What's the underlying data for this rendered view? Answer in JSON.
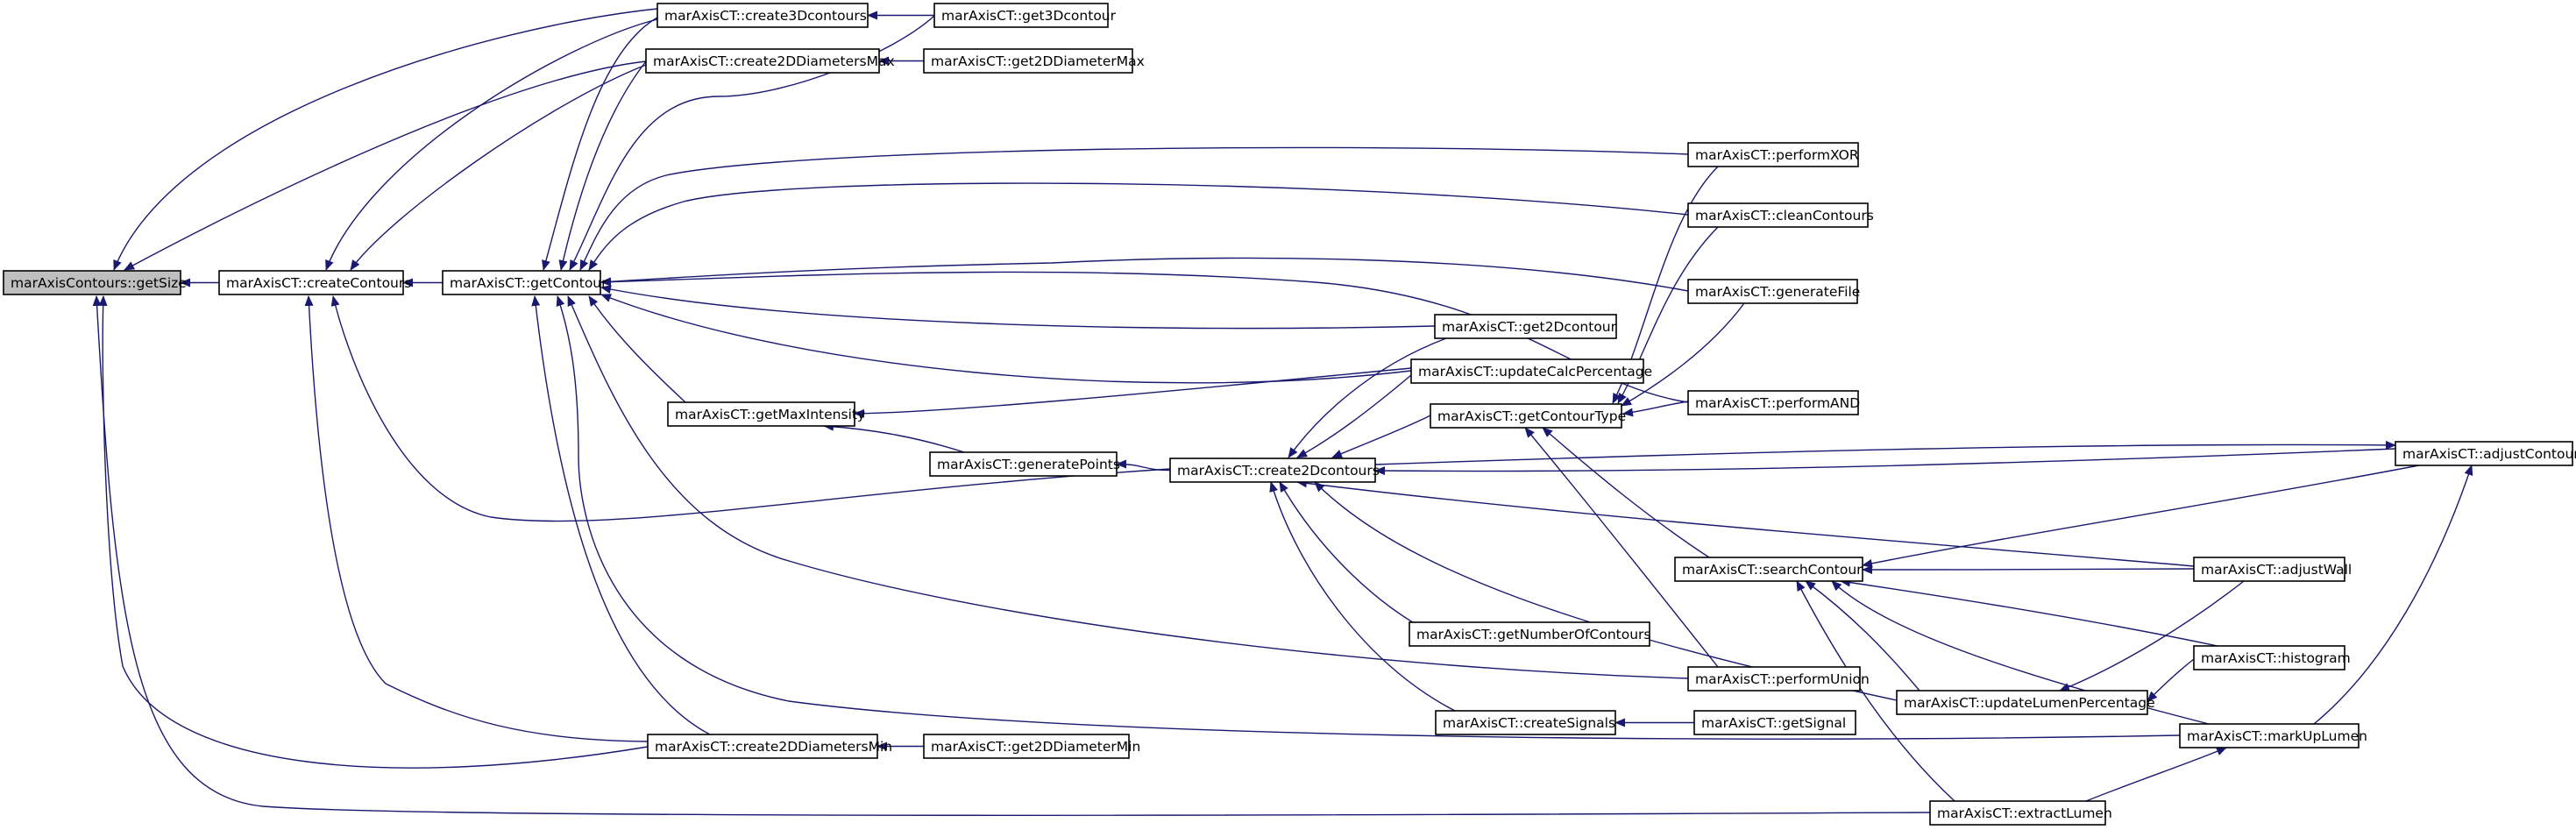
{
  "graph": {
    "root": "getSize",
    "nodes": [
      {
        "id": "getSize",
        "label": "marAxisContours::getSize"
      },
      {
        "id": "createContours",
        "label": "marAxisCT::createContours"
      },
      {
        "id": "getContour",
        "label": "marAxisCT::getContour"
      },
      {
        "id": "create3Dcontours",
        "label": "marAxisCT::create3Dcontours"
      },
      {
        "id": "get3Dcontour",
        "label": "marAxisCT::get3Dcontour"
      },
      {
        "id": "create2DDiametersMax",
        "label": "marAxisCT::create2DDiametersMax"
      },
      {
        "id": "get2DDiameterMax",
        "label": "marAxisCT::get2DDiameterMax"
      },
      {
        "id": "getMaxIntensity",
        "label": "marAxisCT::getMaxIntensity"
      },
      {
        "id": "generatePoints",
        "label": "marAxisCT::generatePoints"
      },
      {
        "id": "create2Dcontours",
        "label": "marAxisCT::create2Dcontours"
      },
      {
        "id": "get2Dcontour",
        "label": "marAxisCT::get2Dcontour"
      },
      {
        "id": "updateCalcPercentage",
        "label": "marAxisCT::updateCalcPercentage"
      },
      {
        "id": "getContourType",
        "label": "marAxisCT::getContourType"
      },
      {
        "id": "performXOR",
        "label": "marAxisCT::performXOR"
      },
      {
        "id": "cleanContours",
        "label": "marAxisCT::cleanContours"
      },
      {
        "id": "generateFile",
        "label": "marAxisCT::generateFile"
      },
      {
        "id": "performAND",
        "label": "marAxisCT::performAND"
      },
      {
        "id": "adjustContour",
        "label": "marAxisCT::adjustContour"
      },
      {
        "id": "searchContour",
        "label": "marAxisCT::searchContour"
      },
      {
        "id": "adjustWall",
        "label": "marAxisCT::adjustWall"
      },
      {
        "id": "getNumberOfContours",
        "label": "marAxisCT::getNumberOfContours"
      },
      {
        "id": "performUnion",
        "label": "marAxisCT::performUnion"
      },
      {
        "id": "histogram",
        "label": "marAxisCT::histogram"
      },
      {
        "id": "updateLumenPercentage",
        "label": "marAxisCT::updateLumenPercentage"
      },
      {
        "id": "createSignals",
        "label": "marAxisCT::createSignals"
      },
      {
        "id": "getSignal",
        "label": "marAxisCT::getSignal"
      },
      {
        "id": "create2DDiametersMin",
        "label": "marAxisCT::create2DDiametersMin"
      },
      {
        "id": "get2DDiameterMin",
        "label": "marAxisCT::get2DDiameterMin"
      },
      {
        "id": "markUpLumen",
        "label": "marAxisCT::markUpLumen"
      },
      {
        "id": "extractLumen",
        "label": "marAxisCT::extractLumen"
      }
    ],
    "edges": [
      {
        "from": "create3Dcontours",
        "to": "getSize"
      },
      {
        "from": "create2DDiametersMax",
        "to": "getSize"
      },
      {
        "from": "createContours",
        "to": "getSize"
      },
      {
        "from": "create2DDiametersMin",
        "to": "getSize"
      },
      {
        "from": "extractLumen",
        "to": "getSize"
      },
      {
        "from": "getContour",
        "to": "createContours"
      },
      {
        "from": "create3Dcontours",
        "to": "createContours"
      },
      {
        "from": "create2DDiametersMax",
        "to": "createContours"
      },
      {
        "from": "create2Dcontours",
        "to": "createContours"
      },
      {
        "from": "create2DDiametersMin",
        "to": "createContours"
      },
      {
        "from": "get3Dcontour",
        "to": "create3Dcontours"
      },
      {
        "from": "get2DDiameterMax",
        "to": "create2DDiametersMax"
      },
      {
        "from": "get2DDiameterMin",
        "to": "create2DDiametersMin"
      },
      {
        "from": "create3Dcontours",
        "to": "getContour"
      },
      {
        "from": "create2DDiametersMax",
        "to": "getContour"
      },
      {
        "from": "get3Dcontour",
        "to": "getContour"
      },
      {
        "from": "performXOR",
        "to": "getContour"
      },
      {
        "from": "cleanContours",
        "to": "getContour"
      },
      {
        "from": "generateFile",
        "to": "getContour"
      },
      {
        "from": "performAND",
        "to": "getContour"
      },
      {
        "from": "get2Dcontour",
        "to": "getContour"
      },
      {
        "from": "updateCalcPercentage",
        "to": "getContour"
      },
      {
        "from": "getMaxIntensity",
        "to": "getContour"
      },
      {
        "from": "performUnion",
        "to": "getContour"
      },
      {
        "from": "create2DDiametersMin",
        "to": "getContour"
      },
      {
        "from": "markUpLumen",
        "to": "getContour"
      },
      {
        "from": "updateCalcPercentage",
        "to": "getMaxIntensity"
      },
      {
        "from": "generatePoints",
        "to": "getMaxIntensity"
      },
      {
        "from": "create2Dcontours",
        "to": "generatePoints"
      },
      {
        "from": "get2Dcontour",
        "to": "create2Dcontours"
      },
      {
        "from": "updateCalcPercentage",
        "to": "create2Dcontours"
      },
      {
        "from": "getContourType",
        "to": "create2Dcontours"
      },
      {
        "from": "adjustContour",
        "to": "create2Dcontours"
      },
      {
        "from": "adjustWall",
        "to": "create2Dcontours"
      },
      {
        "from": "getNumberOfContours",
        "to": "create2Dcontours"
      },
      {
        "from": "updateLumenPercentage",
        "to": "create2Dcontours"
      },
      {
        "from": "createSignals",
        "to": "create2Dcontours"
      },
      {
        "from": "performXOR",
        "to": "getContourType"
      },
      {
        "from": "cleanContours",
        "to": "getContourType"
      },
      {
        "from": "generateFile",
        "to": "getContourType"
      },
      {
        "from": "performAND",
        "to": "getContourType"
      },
      {
        "from": "searchContour",
        "to": "getContourType"
      },
      {
        "from": "performUnion",
        "to": "getContourType"
      },
      {
        "from": "adjustWall",
        "to": "searchContour"
      },
      {
        "from": "adjustContour",
        "to": "searchContour"
      },
      {
        "from": "histogram",
        "to": "searchContour"
      },
      {
        "from": "updateLumenPercentage",
        "to": "searchContour"
      },
      {
        "from": "markUpLumen",
        "to": "searchContour"
      },
      {
        "from": "extractLumen",
        "to": "searchContour"
      },
      {
        "from": "adjustWall",
        "to": "updateLumenPercentage"
      },
      {
        "from": "histogram",
        "to": "updateLumenPercentage"
      },
      {
        "from": "create2Dcontours",
        "to": "adjustContour"
      },
      {
        "from": "markUpLumen",
        "to": "adjustContour"
      },
      {
        "from": "extractLumen",
        "to": "markUpLumen"
      },
      {
        "from": "getSignal",
        "to": "createSignals"
      }
    ]
  }
}
